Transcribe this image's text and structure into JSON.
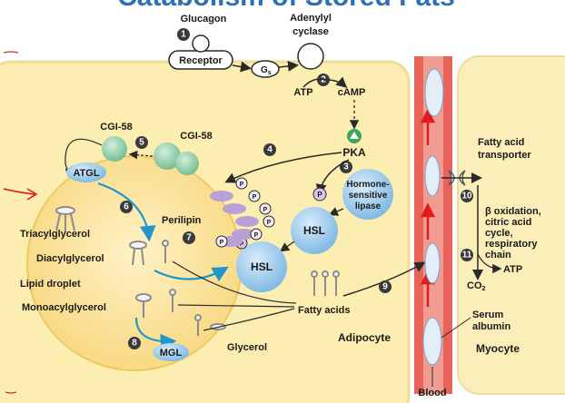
{
  "header": {
    "title": "Catabolism of Stored Fats"
  },
  "labels": {
    "glucagon": "Glucagon",
    "adenylyl": "Adenylyl",
    "cyclase": "cyclase",
    "receptor": "Receptor",
    "gs": "G",
    "gs_sub": "s",
    "atp": "ATP",
    "camp": "cAMP",
    "cgi58_a": "CGI-58",
    "cgi58_b": "CGI-58",
    "pka": "PKA",
    "atgl": "ATGL",
    "hormone": "Hormone-",
    "sensitive": "sensitive",
    "lipase": "lipase",
    "hsl_top": "HSL",
    "hsl_main": "HSL",
    "perilipin": "Perilipin",
    "triacylglycerol": "Triacylglycerol",
    "diacylglycerol": "Diacylglycerol",
    "lipid_droplet": "Lipid droplet",
    "monoacylglycerol": "Monoacylglycerol",
    "mgl": "MGL",
    "glycerol": "Glycerol",
    "fatty_acids": "Fatty acids",
    "adipocyte": "Adipocyte",
    "blood": "Blood",
    "fa_transporter_1": "Fatty acid",
    "fa_transporter_2": "transporter",
    "beta_ox_1": "β oxidation,",
    "beta_ox_2": "citric acid",
    "beta_ox_3": "cycle,",
    "beta_ox_4": "respiratory",
    "beta_ox_5": "chain",
    "atp_out": "ATP",
    "co2": "CO",
    "co2_sub": "2",
    "serum_1": "Serum",
    "serum_2": "albumin",
    "myocyte": "Myocyte",
    "p": "P"
  },
  "steps": [
    "1",
    "2",
    "3",
    "4",
    "5",
    "6",
    "7",
    "8",
    "9",
    "10",
    "11"
  ],
  "colors": {
    "cell": "#fbeeb0",
    "cell_edge": "#e8d590",
    "droplet": "#fde49a",
    "blood": "#e8635a",
    "blood_light": "#f3a49c",
    "myocyte": "#fbeeb8",
    "blue_protein": "#8fc4ea",
    "green_protein": "#8cc9a3",
    "purple": "#b9a0d6",
    "arrow_blue": "#2196c9",
    "red_arrow": "#e21b1b",
    "dark": "#2a2a2a"
  }
}
